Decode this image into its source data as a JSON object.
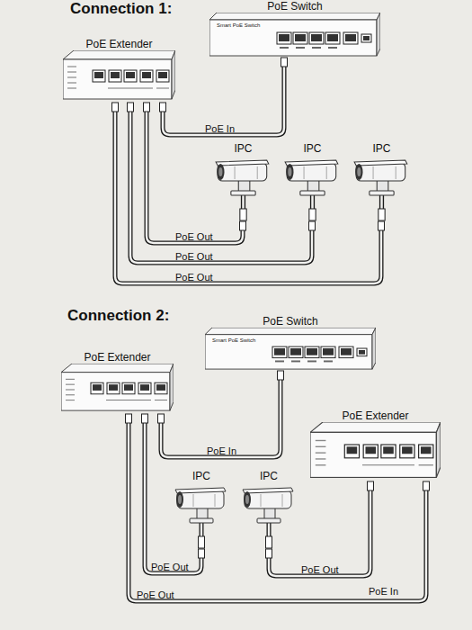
{
  "diagram": {
    "nodes": [
      {
        "text": [
          "PoE Switch",
          "Smart PoE Switch"
        ]
      },
      {
        "text": [
          "PoE Extender"
        ]
      },
      {
        "text": [
          "IPC"
        ]
      },
      {
        "text": [
          "IPC"
        ]
      },
      {
        "text": [
          "IPC"
        ]
      },
      {
        "text": [
          "PoE Switch",
          "Smart PoE Switch"
        ]
      },
      {
        "text": [
          "PoE Extender"
        ]
      },
      {
        "text": [
          "PoE Extender"
        ]
      },
      {
        "text": [
          "IPC"
        ]
      },
      {
        "text": [
          "IPC"
        ]
      }
    ],
    "edges": [
      {
        "from": 0,
        "to": 1,
        "label": "PoE In",
        "arrow": "none"
      },
      {
        "from": 1,
        "to": 2,
        "label": "PoE Out",
        "arrow": "none"
      },
      {
        "from": 1,
        "to": 3,
        "label": "PoE Out",
        "arrow": "none"
      },
      {
        "from": 1,
        "to": 4,
        "label": "PoE Out",
        "arrow": "none"
      },
      {
        "from": 5,
        "to": 6,
        "label": "PoE In",
        "arrow": "none"
      },
      {
        "from": 6,
        "to": 8,
        "label": "PoE Out",
        "arrow": "none"
      },
      {
        "from": 6,
        "to": 7,
        "label": "PoE Out",
        "arrow": "none"
      },
      {
        "from": 7,
        "to": 9,
        "label": "PoE Out",
        "arrow": "none"
      }
    ],
    "labels": [
      "Connection 1:",
      "Connection 2:",
      "PoE In"
    ]
  }
}
